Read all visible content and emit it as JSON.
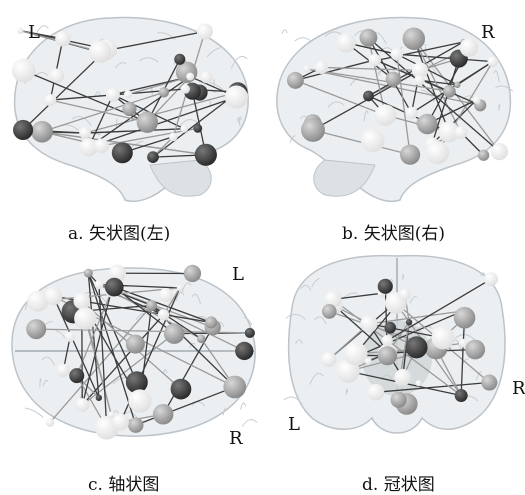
{
  "panels": [
    {
      "id": "a",
      "caption": "a.  矢状图(左)",
      "orient_labels": [
        "L"
      ]
    },
    {
      "id": "b",
      "caption": "b.  矢状图(右)",
      "orient_labels": [
        "R"
      ]
    },
    {
      "id": "c",
      "caption": "c.  轴状图",
      "orient_labels": [
        "L",
        "R"
      ]
    },
    {
      "id": "d",
      "caption": "d.  冠状图",
      "orient_labels": [
        "L",
        "R"
      ]
    }
  ],
  "colors": {
    "brain_fill": "#e6e9ec",
    "brain_stroke": "#bcc3c9",
    "edge": "#3c3c3c",
    "node_dark": "#2a2a2a",
    "node_mid": "#8a8a8a",
    "node_light": "#e0e0e0"
  }
}
